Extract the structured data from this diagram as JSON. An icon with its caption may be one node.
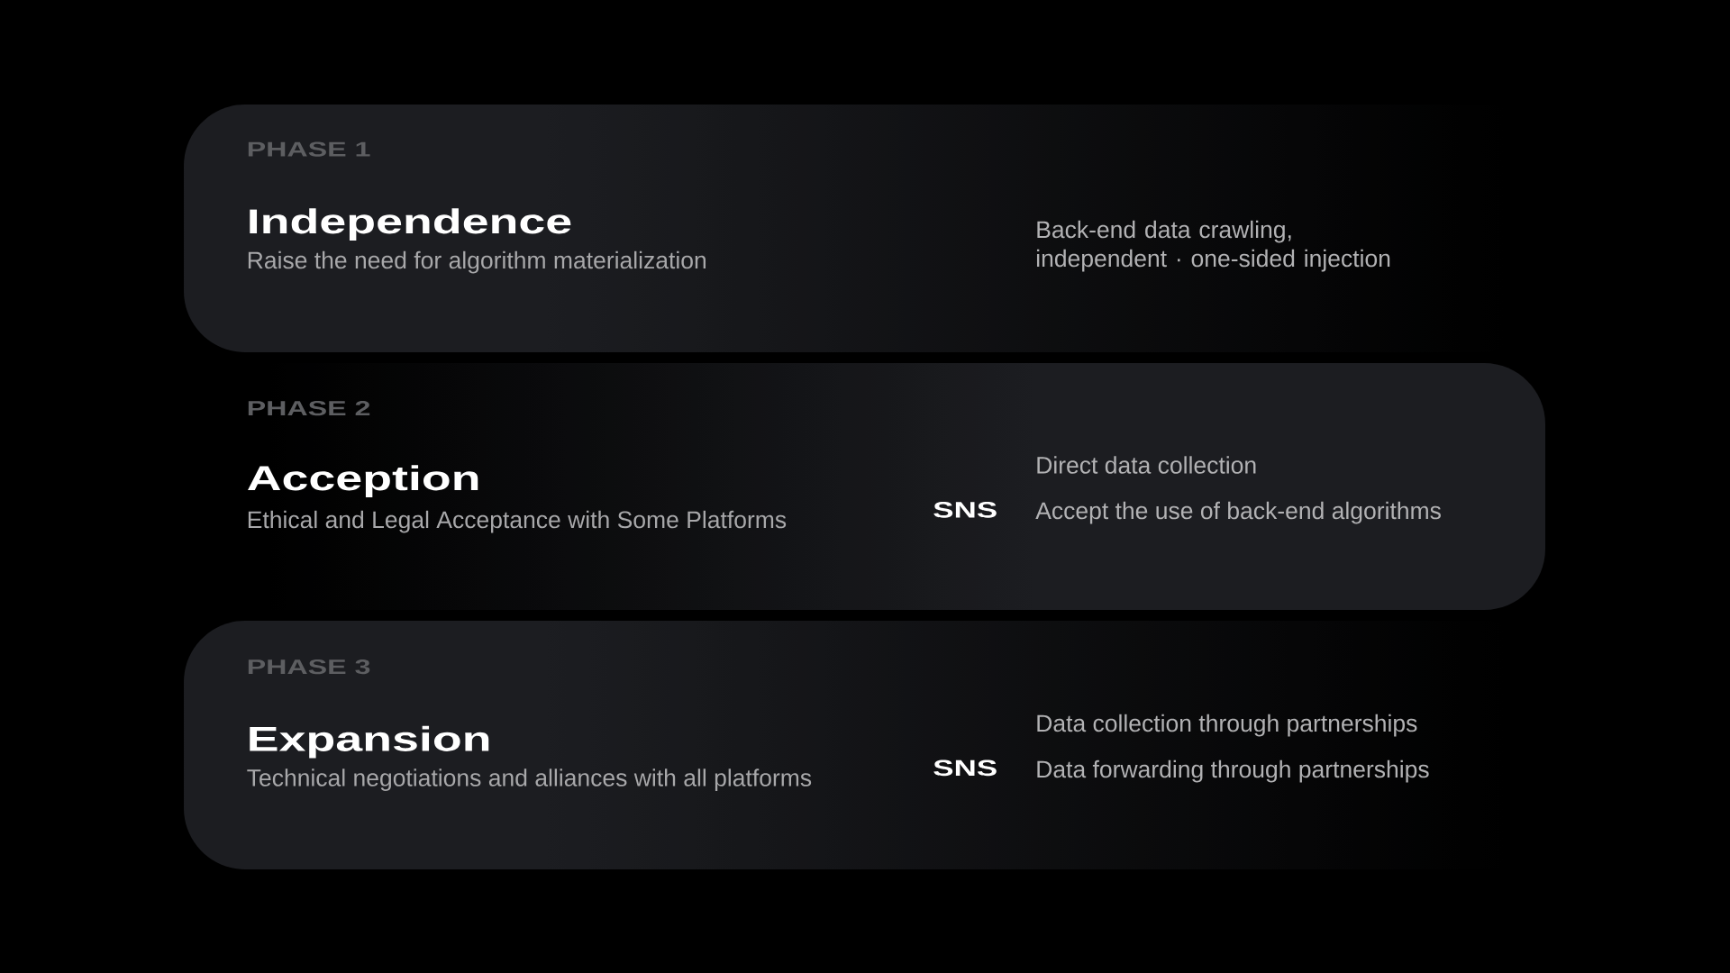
{
  "diagram": {
    "nodes": [
      {
        "text": [
          "PHASE 1",
          "Independence",
          "Raise the need for algorithm materialization",
          "Back-end data crawling, independent · one-sided injection"
        ]
      },
      {
        "text": [
          "PHASE 2",
          "Acception",
          "Ethical and Legal Acceptance with Some Platforms",
          "Direct data collection",
          "SNS",
          "Accept the use of back-end algorithms"
        ]
      },
      {
        "text": [
          "PHASE 3",
          "Expansion",
          "Technical negotiations and alliances with all platforms",
          "Data collection through partnerships",
          "SNS",
          "Data forwarding through partnerships"
        ]
      }
    ]
  }
}
